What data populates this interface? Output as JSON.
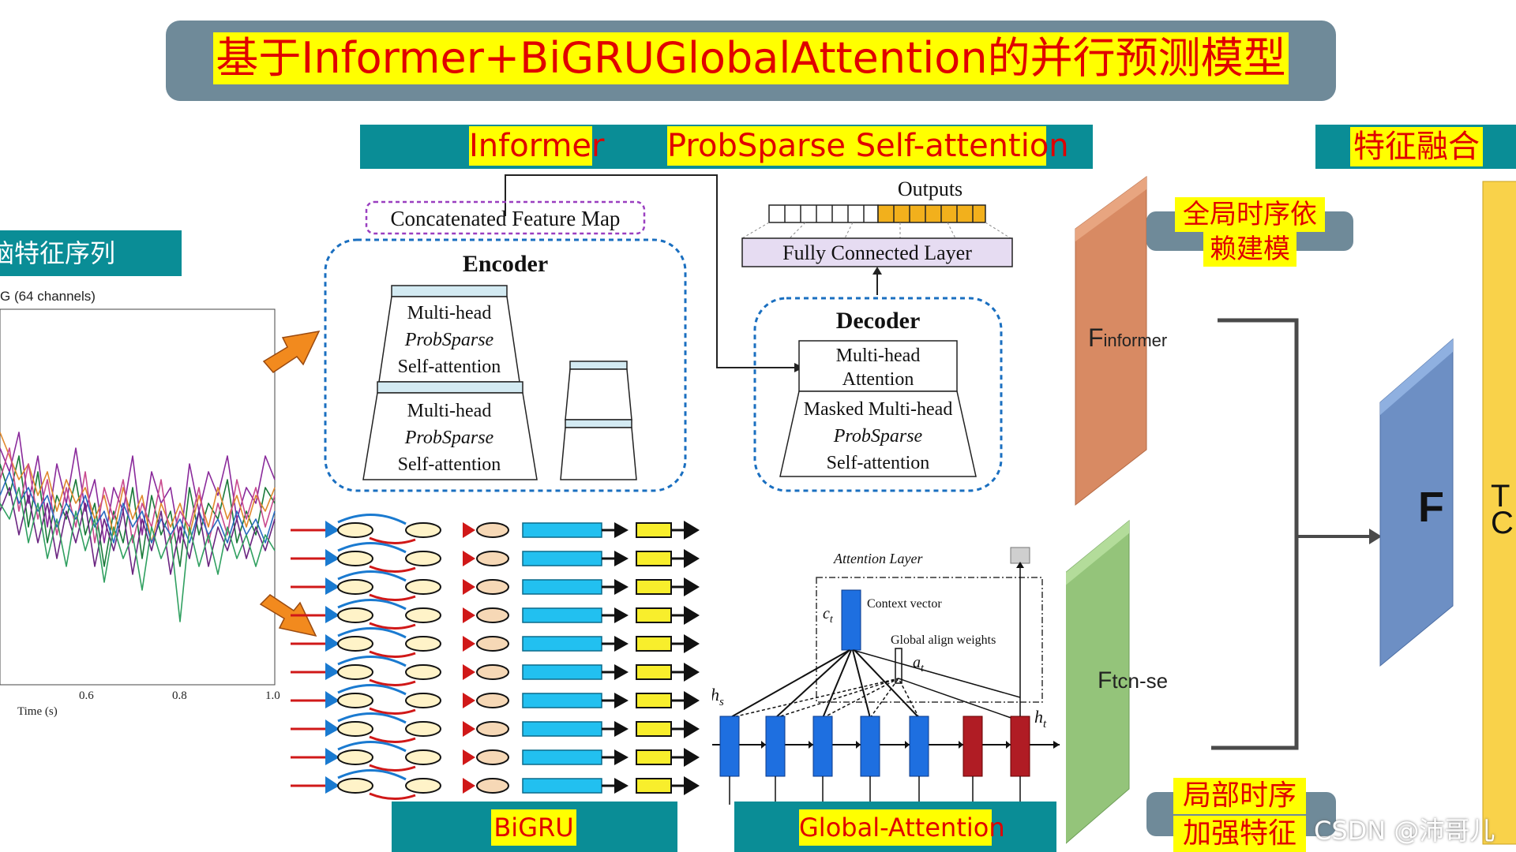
{
  "title": "基于Informer+BiGRUGlobalAttention的并行预测模型",
  "headers": {
    "informer": "Informer",
    "probsparse": "ProbSparse Self-attention",
    "fusion": "特征融合",
    "bigru": "BiGRU",
    "global_attention": "Global-Attention"
  },
  "left_panel": {
    "header": "脑特征序列",
    "chart_title": "G (64 channels)",
    "x_label": "Time (s)",
    "x_ticks": [
      "0.6",
      "0.8",
      "1.0"
    ]
  },
  "encoder": {
    "concat_label": "Concatenated Feature Map",
    "title": "Encoder",
    "block1": [
      "Multi-head",
      "ProbSparse",
      "Self-attention"
    ],
    "block2": [
      "Multi-head",
      "ProbSparse",
      "Self-attention"
    ]
  },
  "decoder": {
    "outputs": "Outputs",
    "fc_layer": "Fully Connected Layer",
    "title": "Decoder",
    "attn": [
      "Multi-head",
      "Attention"
    ],
    "masked": [
      "Masked Multi-head",
      "ProbSparse",
      "Self-attention"
    ]
  },
  "attention_layer": {
    "title": "Attention Layer",
    "context": "Context vector",
    "align": "Global align weights",
    "ct": "c",
    "ct_sub": "t",
    "at": "a",
    "at_sub": "t",
    "hs": "h",
    "hs_sub": "s",
    "ht": "h",
    "ht_sub": "t"
  },
  "features": {
    "informer_label": "F",
    "informer_sub": "informer",
    "tcn_label": "F",
    "tcn_sub": "tcn-se",
    "fused": "F",
    "global_dep": [
      "全局时序依",
      "赖建模"
    ],
    "local_feat": [
      "局部时序",
      "加强特征"
    ],
    "edge_chars": "TC"
  },
  "watermark": "CSDN @沛哥儿",
  "colors": {
    "teal": "#0a8d96",
    "title_bg": "#6f8a99",
    "yellow": "#ffff00",
    "red_text": "#e00000",
    "orange_panel": "#d88a63",
    "green_panel": "#94c47a",
    "blue_panel": "#6d8fc4",
    "fusion_bar": "#f9d24a",
    "gru_cell": "#22c0f0",
    "attn_blue": "#1e6fe0",
    "attn_red": "#b01c24"
  }
}
